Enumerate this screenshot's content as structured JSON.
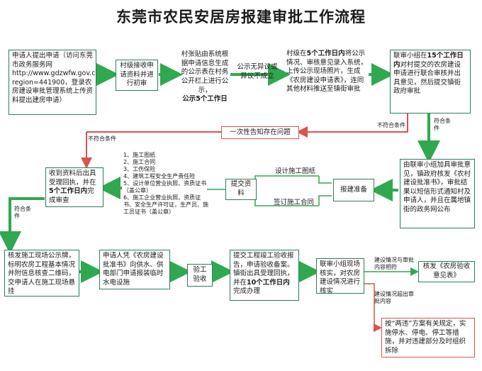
{
  "title": "东莞市农民安居房报建审批工作流程",
  "nodes": {
    "apply": "申请人提出申请（访问东莞市政务服务网 http://www.gdzwfw.gov.cn/?region=441900，登录农房建设审批管理系统上传资料提出建房申请）",
    "village_accept": "村级接收申请资料并进行初审",
    "village_publicize_pre": "村张贴由系统根据申请信息生成的公示表在村务公开栏上进行公示，",
    "village_publicize_bold": "公示5个工作日",
    "publicize_result": "公示无异议或异议不成立",
    "village_submit_pre": "村级在",
    "village_submit_bold": "5个工作日内",
    "village_submit_post": "将公示情况、审核意见录入系统，上传公示现场照片，生成《农房建设申请表》，连同其他材料推送至镇街审批",
    "joint_review_pre": "联审小组在",
    "joint_review_bold": "15个工作日内",
    "joint_review_post": "对村提交的农房建设申请进行联合审核并出具意见，然后提交镇街政府审批",
    "notify_once": "一次性告知存在问题",
    "issue_permit": "由联审小组加具审批意见，镇政府核发《农村建设批准书》，审批结果以短信形式通知村及申请人，并且在属地镇街的政务网公布",
    "report_prep": "报建准备",
    "submit_docs": "提交资料",
    "receive_pre": "收到资料后出具受理回执，并在",
    "receive_bold": "5个工作日内",
    "receive_post": "完成审查",
    "site_sign": "核发施工现场公示牌，标明农房工程基本情况并附信息核查二维码，交申请人在施工现场悬挂",
    "utility_apply": "申请人凭《农房建设批准书》向供水、供电部门申请报装临时水电设施",
    "check_line": "验工验收",
    "completion_pre": "提交工程竣工验收报告，申请验收备案。镇街出具受理回执，并在",
    "completion_bold": "10个工作日内",
    "completion_post": "完成办理",
    "joint_inspect": "联审小组现场核实，对农房建设情况进行核实",
    "issue_record": "核发《农房验收意见表》",
    "rectify": "按“两违”方案有关规定，实施停水、停电、停工等措施，并对违建部分及时组织拆除"
  },
  "labels": {
    "no_meet_1": "不符合条件",
    "meet_1": "符合条件",
    "no_meet_2": "不符合条件",
    "meet_2": "符合条件",
    "design_drawing": "设计施工图纸",
    "sign_contract": "签订施工合同",
    "match": "建设情况与审批内容相符",
    "mismatch": "建设情况超出审批内容"
  },
  "doc_list": [
    "1、施工图纸",
    "2、施工合同",
    "3、工伤保险",
    "4、建筑工程安全生产责任险",
    "5、设计单位营业执照、资质证书（盖公章）",
    "6、施工企业营业执照、资质证书、安全生产许可证，生产员、施工员证书（盖公章）"
  ],
  "colors": {
    "border": "#2e7d5b",
    "arrow_green": "#2fa84f",
    "arrow_red": "#d9534f"
  }
}
